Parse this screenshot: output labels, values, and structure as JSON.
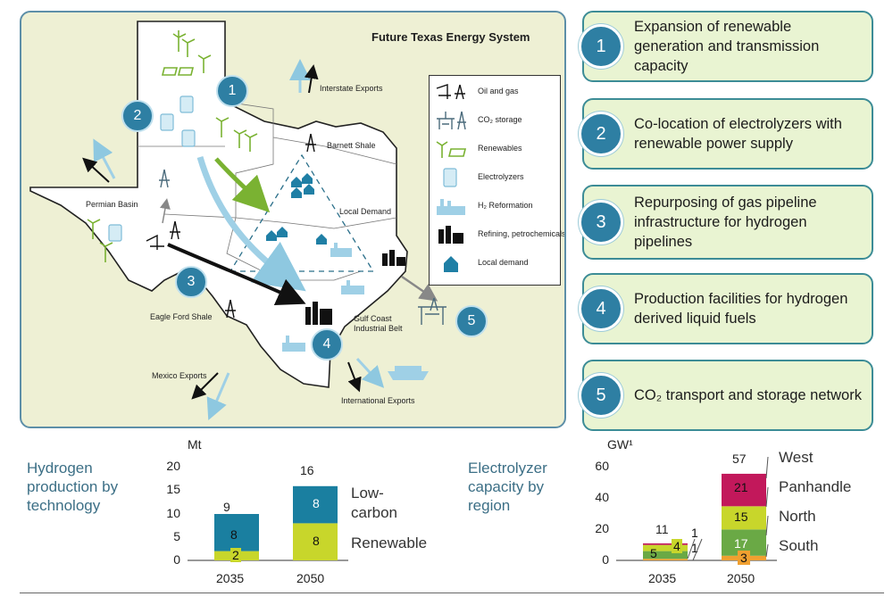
{
  "map": {
    "title": "Future Texas Energy System",
    "labels": {
      "interstate_exports": "Interstate Exports",
      "barnett_shale": "Barnett Shale",
      "permian_basin": "Permian Basin",
      "local_demand": "Local Demand",
      "eagle_ford_shale": "Eagle Ford Shale",
      "gulf_coast": "Gulf Coast Industrial Belt",
      "mexico_exports": "Mexico Exports",
      "international_exports": "International Exports"
    },
    "circle_numbers": [
      "1",
      "2",
      "3",
      "4",
      "5"
    ],
    "legend": [
      {
        "icon": "oil-gas-icon",
        "label": "Oil and gas"
      },
      {
        "icon": "co2-storage-icon",
        "label": "CO₂ storage"
      },
      {
        "icon": "renewables-icon",
        "label": "Renewables"
      },
      {
        "icon": "electrolyzer-icon",
        "label": "Electrolyzers"
      },
      {
        "icon": "h2-reformation-icon",
        "label": "H₂ Reformation"
      },
      {
        "icon": "refining-icon",
        "label": "Refining, petrochemicals"
      },
      {
        "icon": "local-demand-icon",
        "label": "Local demand"
      }
    ]
  },
  "cards": [
    {
      "num": "1",
      "text": "Expansion of renewable generation and transmission capacity"
    },
    {
      "num": "2",
      "text": "Co-location of electrolyzers with renewable power supply"
    },
    {
      "num": "3",
      "text": "Repurposing of gas pipeline infrastructure for hydrogen pipelines"
    },
    {
      "num": "4",
      "text": "Production facilities for hydrogen derived liquid fuels"
    },
    {
      "num": "5",
      "text": "CO₂ transport and storage network"
    }
  ],
  "colors": {
    "teal_bar": "#1a7fa0",
    "lime_bar": "#c8d62b",
    "green_bar": "#6aa945",
    "magenta_bar": "#c2185b",
    "orange_bar": "#f0a030",
    "circle_blue": "#2e7fa3",
    "panel_bg": "#eef0d4",
    "card_bg": "#e9f4d2"
  },
  "chart_data": [
    {
      "type": "bar",
      "title": "Hydrogen production by technology",
      "ylabel": "Mt",
      "ylim": [
        0,
        20
      ],
      "yticks": [
        0,
        5,
        10,
        15,
        20
      ],
      "categories": [
        "2035",
        "2050"
      ],
      "totals": [
        "9",
        "16"
      ],
      "series": [
        {
          "name": "Renewable",
          "values": [
            2,
            8
          ],
          "labels": [
            "2",
            "8"
          ]
        },
        {
          "name": "Low-carbon",
          "values": [
            8,
            8
          ],
          "labels": [
            "8",
            "8"
          ]
        }
      ],
      "legend": [
        "Low-carbon",
        "Renewable"
      ]
    },
    {
      "type": "bar",
      "title": "Electrolyzer capacity by region",
      "ylabel": "GW¹",
      "ylim": [
        0,
        60
      ],
      "yticks": [
        0,
        20,
        40,
        60
      ],
      "categories": [
        "2035",
        "2050"
      ],
      "totals": [
        "11",
        "57"
      ],
      "series": [
        {
          "name": "South",
          "values": [
            1,
            3
          ],
          "labels": [
            "1",
            "3"
          ]
        },
        {
          "name": "North",
          "values": [
            5,
            17
          ],
          "labels": [
            "5",
            "17"
          ]
        },
        {
          "name": "Panhandle",
          "values": [
            4,
            15
          ],
          "labels": [
            "4",
            "15"
          ]
        },
        {
          "name": "West",
          "values": [
            1,
            21
          ],
          "labels": [
            "1",
            "21"
          ]
        }
      ],
      "legend": [
        "West",
        "Panhandle",
        "North",
        "South"
      ]
    }
  ]
}
